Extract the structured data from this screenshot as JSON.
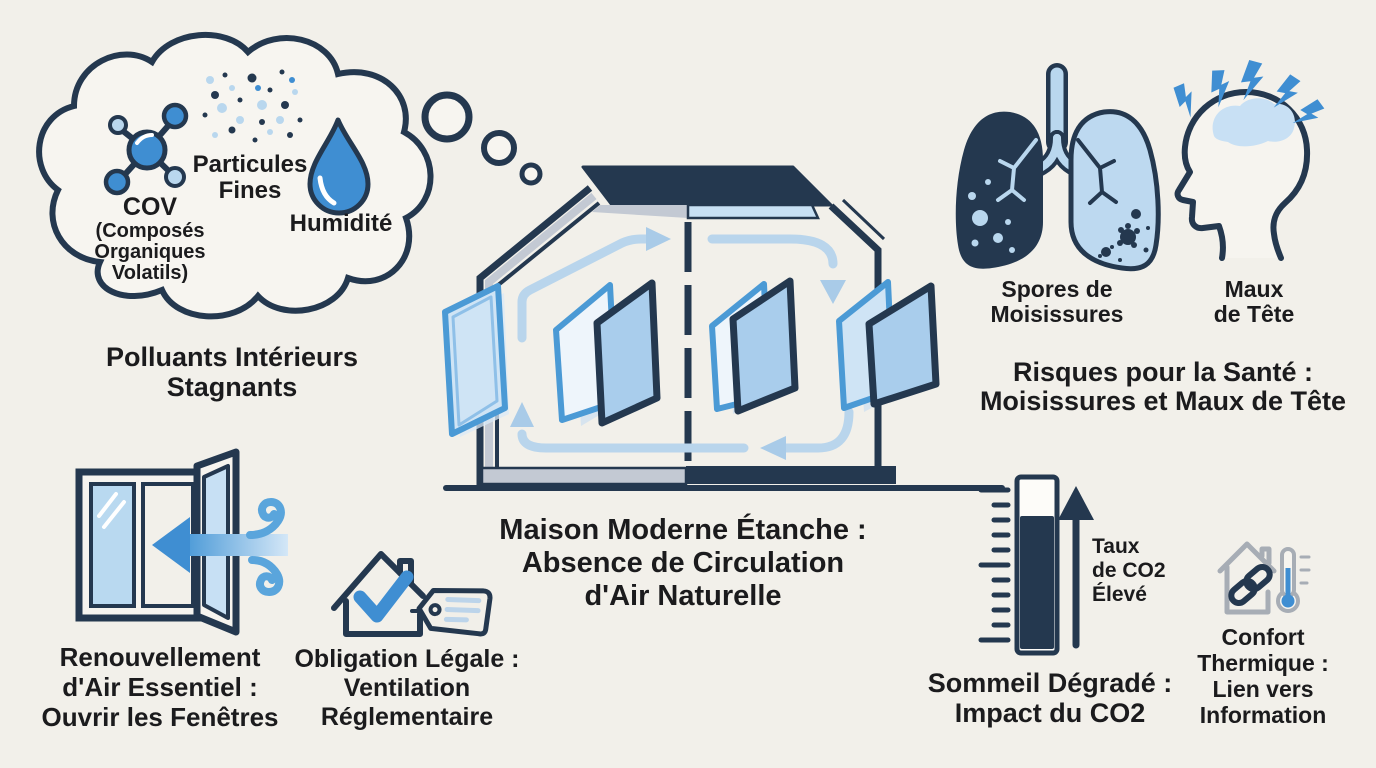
{
  "palette": {
    "background": "#f2f0ea",
    "navy": "#24384f",
    "blue": "#3f8ed2",
    "mid_blue": "#4b9ad5",
    "light_blue": "#b9d7ee",
    "pale_blue": "#c7e0f4",
    "arrow_blue": "#b9d5ec",
    "gray": "#c3c9d3",
    "text": "#1b1b1d"
  },
  "cloud": {
    "cov": "COV",
    "cov_paren1": "(Composés",
    "cov_paren2": "Organiques",
    "cov_paren3": "Volatils)",
    "particles1": "Particules",
    "particles2": "Fines",
    "humidity": "Humidité",
    "caption1": "Polluants Intérieurs",
    "caption2": "Stagnants"
  },
  "house": {
    "caption1": "Maison Moderne Étanche :",
    "caption2": "Absence de Circulation",
    "caption3": "d'Air Naturelle"
  },
  "health": {
    "lungs1": "Spores de",
    "lungs2": "Moisissures",
    "head1": "Maux",
    "head2": "de Tête",
    "caption1": "Risques pour la Santé :",
    "caption2": "Moisissures et Maux de Tête"
  },
  "ventilation": {
    "caption1": "Renouvellement",
    "caption2": "d'Air Essentiel :",
    "caption3": "Ouvrir les Fenêtres"
  },
  "legal": {
    "caption1": "Obligation Légale :",
    "caption2": "Ventilation",
    "caption3": "Réglementaire"
  },
  "co2": {
    "gauge1": "Taux",
    "gauge2": "de CO2",
    "gauge3": "Élevé",
    "caption1": "Sommeil Dégradé :",
    "caption2": "Impact du CO2"
  },
  "comfort": {
    "caption1": "Confort",
    "caption2": "Thermique :",
    "caption3": "Lien vers",
    "caption4": "Information"
  },
  "icons": {
    "cloud": "thought-cloud",
    "molecule": "cov-molecule",
    "particles": "fine-particles-dots",
    "droplet": "water-drop",
    "house": "airtight-house-cross-section",
    "lungs": "lungs-with-mold-spores",
    "head": "headache-profile-with-bolts",
    "open_window": "open-window-with-wind-arrow",
    "legal_house": "house-with-checkmark-and-tag",
    "gauge": "co2-level-gauge-with-arrow",
    "comfort_house": "house-with-link-and-thermometer"
  }
}
